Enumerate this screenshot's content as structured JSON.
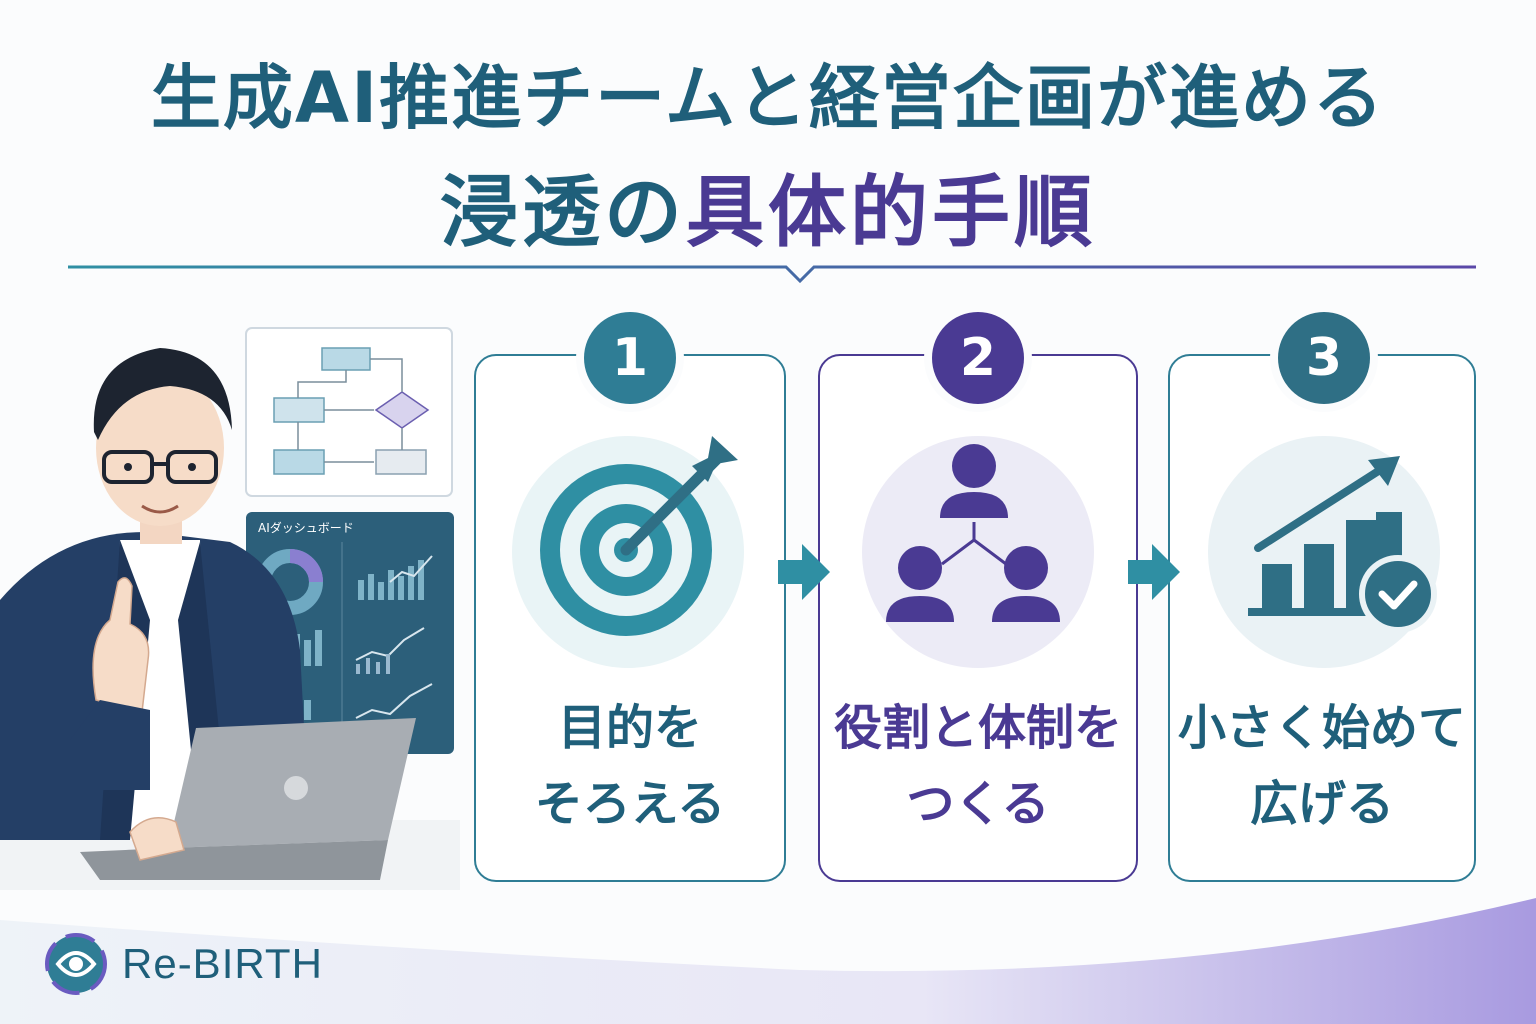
{
  "header": {
    "title_line1": "生成AI推進チームと経営企画が進める",
    "title_line2_prefix": "浸透の",
    "title_line2_highlight": "具体的手順"
  },
  "illustration": {
    "dashboard_title": "AIダッシュボード"
  },
  "steps": [
    {
      "number": "1",
      "label_line1": "目的を",
      "label_line2": "そろえる",
      "icon": "target-arrow-icon",
      "color": "#2f7d95"
    },
    {
      "number": "2",
      "label_line1": "役割と体制を",
      "label_line2": "つくる",
      "icon": "team-structure-icon",
      "color": "#4a3a93"
    },
    {
      "number": "3",
      "label_line1": "小さく始めて",
      "label_line2": "広げる",
      "icon": "growth-chart-check-icon",
      "color": "#2f6f85"
    }
  ],
  "footer": {
    "logo_text": "Re-BIRTH",
    "logo_icon": "rebirth-logo-icon"
  },
  "colors": {
    "teal": "#1f5f7a",
    "purple": "#4a3a93",
    "accent_teal": "#2f8fa3"
  }
}
